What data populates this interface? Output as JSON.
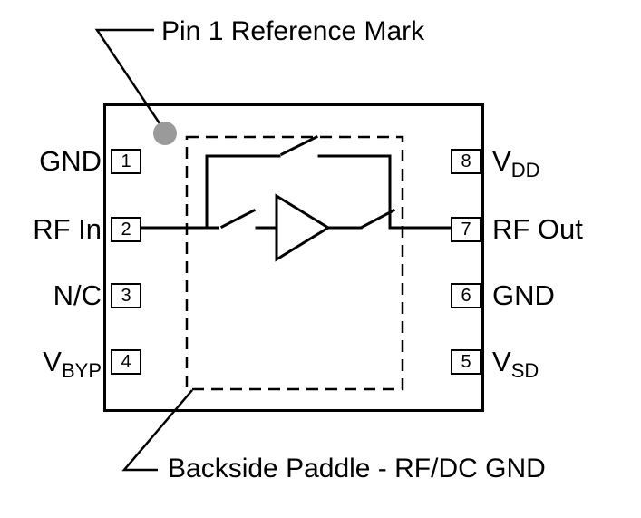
{
  "diagram": {
    "top_callout": "Pin 1 Reference Mark",
    "bottom_callout": "Backside Paddle - RF/DC GND",
    "left_pins": [
      {
        "number": "1",
        "label": "GND",
        "sub": ""
      },
      {
        "number": "2",
        "label": "RF In",
        "sub": ""
      },
      {
        "number": "3",
        "label": "N/C",
        "sub": ""
      },
      {
        "number": "4",
        "label": "V",
        "sub": "BYP"
      }
    ],
    "right_pins": [
      {
        "number": "8",
        "label": "V",
        "sub": "DD"
      },
      {
        "number": "7",
        "label": "RF Out",
        "sub": ""
      },
      {
        "number": "6",
        "label": "GND",
        "sub": ""
      },
      {
        "number": "5",
        "label": "V",
        "sub": "SD"
      }
    ],
    "colors": {
      "line": "#000000",
      "dot": "#9a9a9a",
      "background": "#ffffff"
    }
  }
}
